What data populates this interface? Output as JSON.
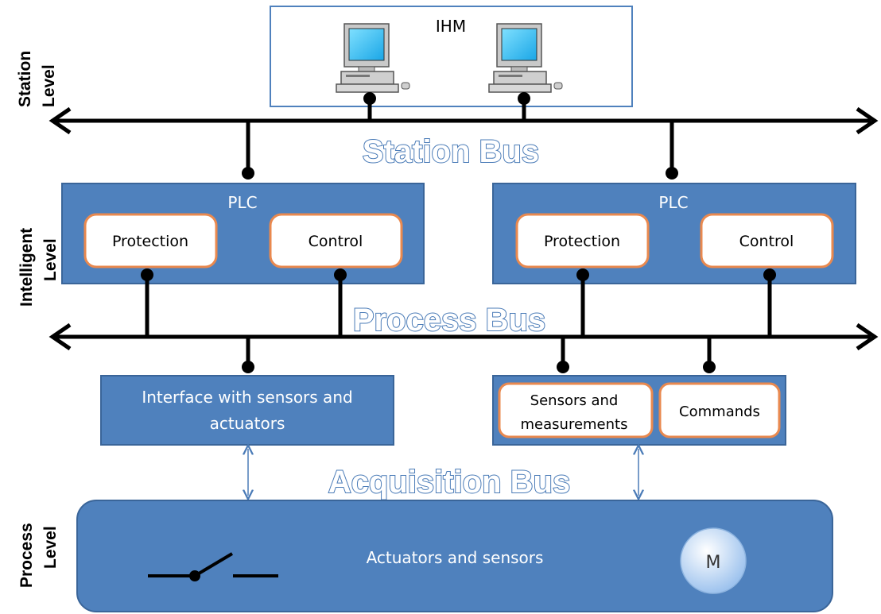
{
  "levels": {
    "station": [
      "Station",
      "Level"
    ],
    "intelligent": [
      "Intelligent",
      "Level"
    ],
    "process": [
      "Process",
      "Level"
    ]
  },
  "buses": {
    "station": "Station Bus",
    "process": "Process Bus",
    "acquisition": "Acquisition Bus"
  },
  "ihm": {
    "label": "IHM"
  },
  "plc_left": {
    "title": "PLC",
    "protection": "Protection",
    "control": "Control"
  },
  "plc_right": {
    "title": "PLC",
    "protection": "Protection",
    "control": "Control"
  },
  "interface_box": {
    "lines": [
      "Interface with sensors and",
      "actuators"
    ]
  },
  "io_box": {
    "sensors": [
      "Sensors and",
      "measurements"
    ],
    "commands": "Commands"
  },
  "process_box": {
    "label": "Actuators and sensors",
    "motor": "M"
  },
  "colors": {
    "box_fill": "#4f81bd",
    "box_border": "#3a6599",
    "inner_border": "#e9894f",
    "bus": "#000000",
    "arrow": "#4a7bb7"
  },
  "icons": [
    "computer-icon",
    "computer-icon",
    "switch-icon",
    "motor-icon"
  ]
}
